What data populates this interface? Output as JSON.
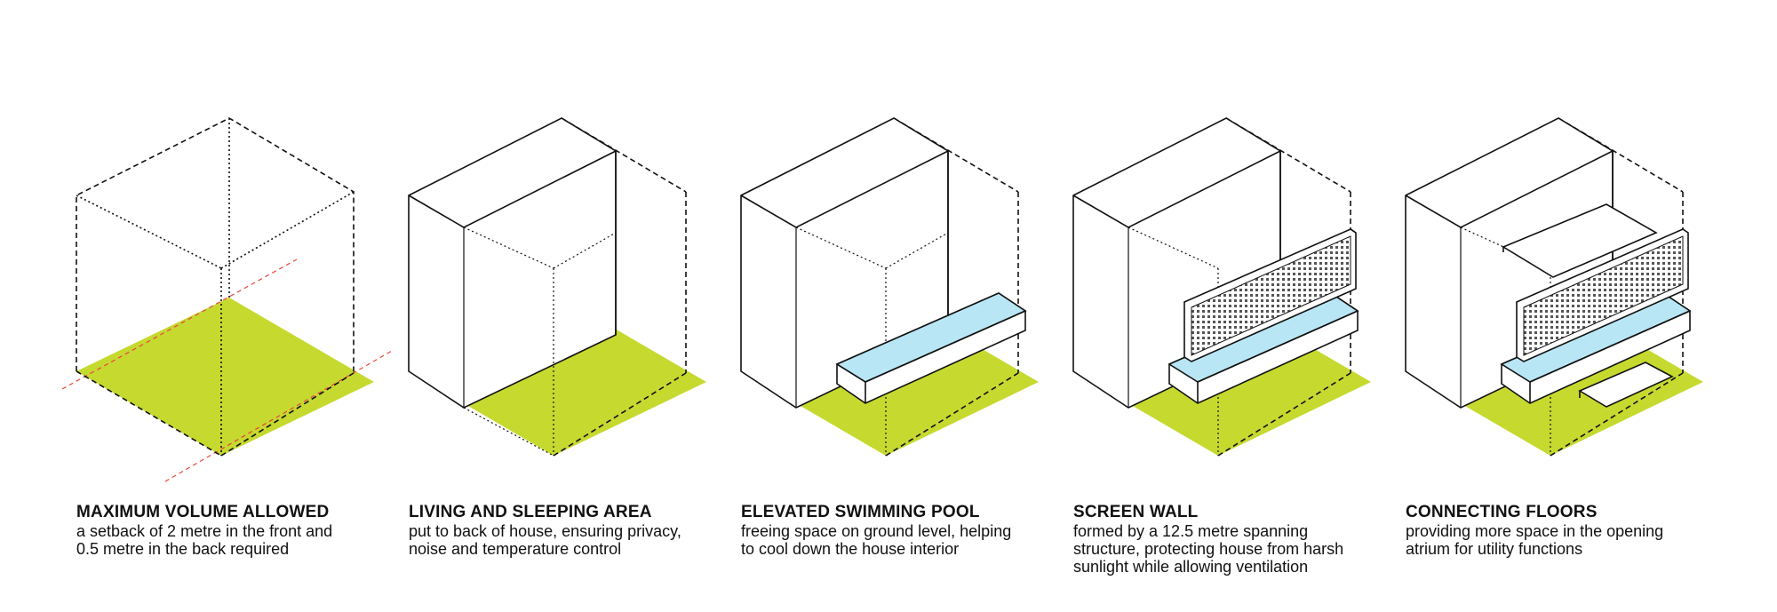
{
  "colors": {
    "ground": "#c6d92f",
    "pool": "#b9e6f5",
    "setback_line": "#e8453c",
    "line": "#111111"
  },
  "panels": [
    {
      "title": "MAXIMUM VOLUME ALLOWED",
      "desc": [
        "a setback of 2 metre in the front and",
        "0.5 metre in the back required"
      ]
    },
    {
      "title": "LIVING AND SLEEPING AREA",
      "desc": [
        "put to back of house, ensuring privacy,",
        "noise and temperature control"
      ]
    },
    {
      "title": "ELEVATED SWIMMING POOL",
      "desc": [
        "freeing space on ground level, helping",
        "to cool down the house interior"
      ]
    },
    {
      "title": "SCREEN WALL",
      "desc": [
        "formed by a 12.5 metre spanning",
        "structure, protecting house from harsh",
        "sunlight while allowing ventilation"
      ]
    },
    {
      "title": "CONNECTING FLOORS",
      "desc": [
        "providing more space in the opening",
        "atrium for utility functions"
      ]
    }
  ]
}
